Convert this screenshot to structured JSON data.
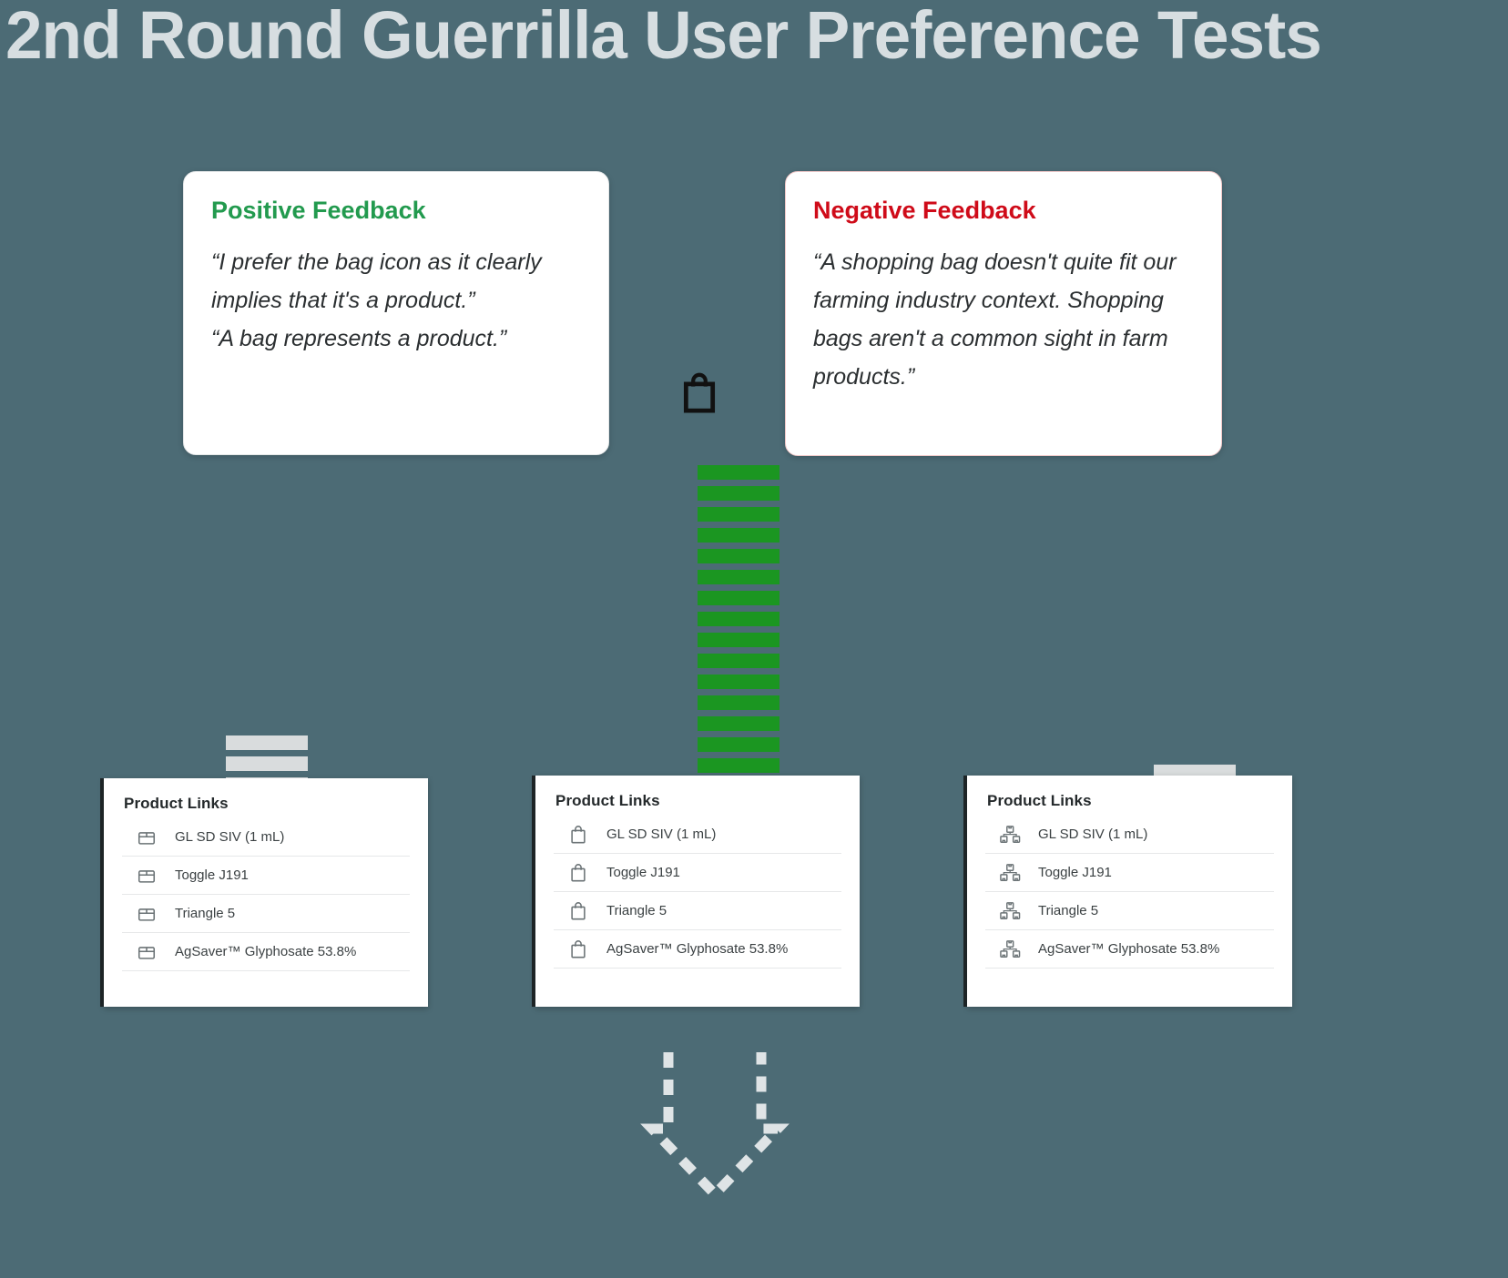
{
  "page": {
    "title": "2nd Round Guerrilla User Preference Tests",
    "background_color": "#4c6b75",
    "title_color": "#d7dee1"
  },
  "feedback": {
    "positive": {
      "heading": "Positive Feedback",
      "heading_color": "#229a4e",
      "quote_line_1": "“I prefer the bag icon as it clearly implies that it's a product.”",
      "quote_line_2": "“A bag represents a product.”"
    },
    "negative": {
      "heading": "Negative Feedback",
      "heading_color": "#cf0b19",
      "quote_line_1": "“A shopping bag doesn't quite fit our farming industry context. Shopping bags aren't a common sight in farm products.”"
    }
  },
  "hero_icon": {
    "name": "shopping-bag-icon",
    "color": "#111111"
  },
  "vote_bars": {
    "center": {
      "color": "#1b9621",
      "count": 15,
      "label": "green-vote-bars"
    },
    "left": {
      "color": "#d9dcdd",
      "count": 3,
      "label": "grey-vote-bars"
    },
    "right": {
      "color": "#d9dcdd",
      "count": 2,
      "label": "grey-vote-bars"
    }
  },
  "product_cards": [
    {
      "id": "left",
      "heading": "Product Links",
      "icon": "package-box-icon",
      "items": [
        "GL SD SIV (1 mL)",
        "Toggle J191",
        "Triangle 5",
        "AgSaver™ Glyphosate 53.8%"
      ]
    },
    {
      "id": "center",
      "heading": "Product Links",
      "icon": "shopping-bag-icon",
      "items": [
        "GL SD SIV (1 mL)",
        "Toggle J191",
        "Triangle 5",
        "AgSaver™ Glyphosate 53.8%"
      ]
    },
    {
      "id": "right",
      "heading": "Product Links",
      "icon": "stacked-boxes-icon",
      "items": [
        "GL SD SIV (1 mL)",
        "Toggle J191",
        "Triangle 5",
        "AgSaver™ Glyphosate 53.8%"
      ]
    }
  ],
  "arrow": {
    "name": "dashed-down-arrow",
    "color": "#dfe4e6",
    "style": "dashed-outline"
  }
}
